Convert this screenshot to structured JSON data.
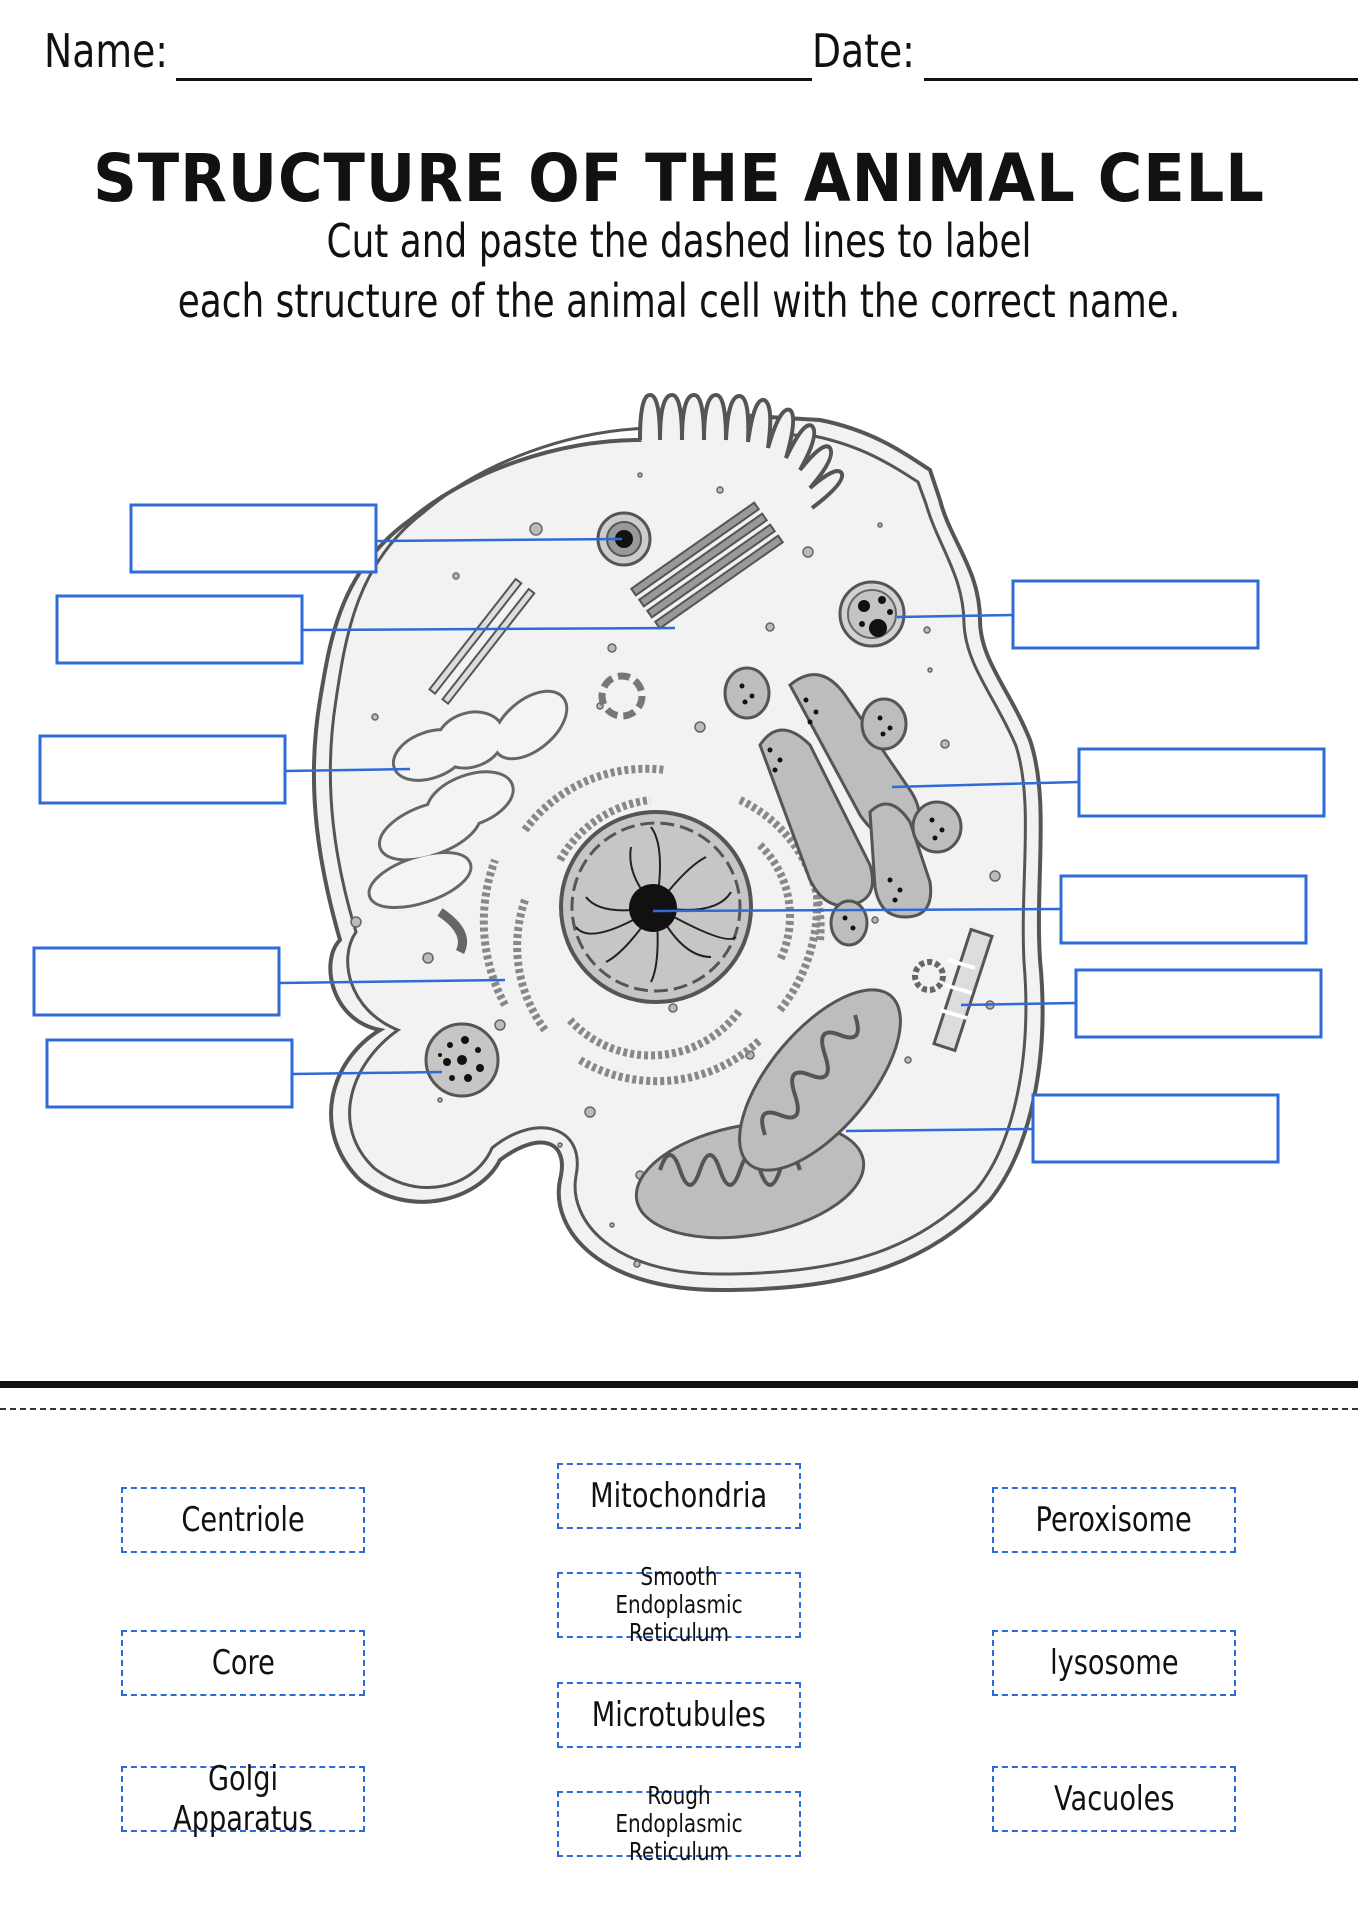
{
  "header": {
    "name_label": "Name:",
    "date_label": "Date:"
  },
  "title": "STRUCTURE OF THE ANIMAL CELL",
  "instructions": {
    "line1": "Cut and paste the dashed lines to label",
    "line2": "each structure of the animal cell with the correct name."
  },
  "colors": {
    "label_box": "#2c6bd8",
    "cell_fill": "#f4f4f4",
    "organelle_fill": "#bdbdbd",
    "outline": "#555555"
  },
  "cutouts": {
    "left": [
      "Centriole",
      "Core",
      "Golgi Apparatus"
    ],
    "middle": [
      "Mitochondria",
      "Smooth Endoplasmic Reticulum",
      "Microtubules",
      "Rough Endoplasmic Reticulum"
    ],
    "right": [
      "Peroxisome",
      "lysosome",
      "Vacuoles"
    ]
  }
}
